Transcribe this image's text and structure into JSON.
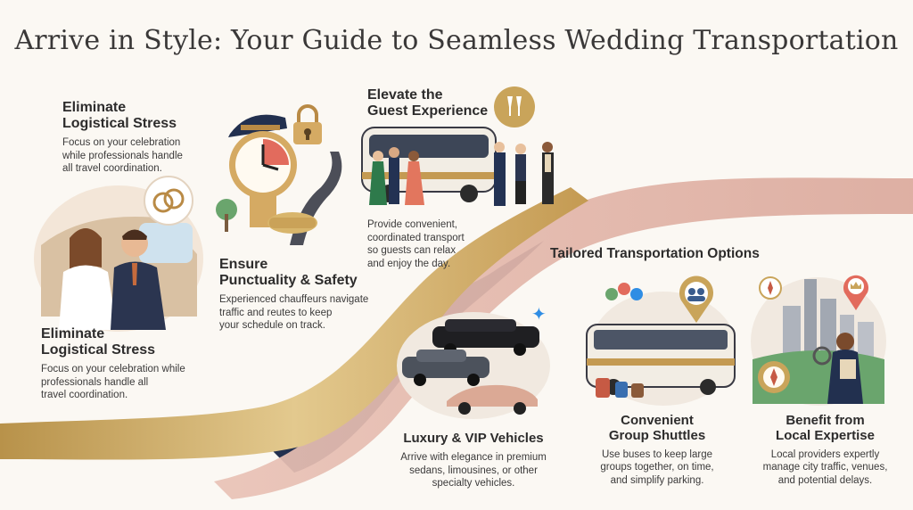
{
  "title": "Arrive in Style: Your Guide to Seamless Wedding Transportation",
  "sections": {
    "stress_top": {
      "heading_1": "Eliminate",
      "heading_2": "Logistical Stress",
      "body_1": "Focus on your celebration",
      "body_2": "while professionals handle",
      "body_3": "all travel coordination."
    },
    "stress_bottom": {
      "heading_1": "Eliminate",
      "heading_2": "Logistical Stress",
      "body_1": "Focus on your celebration while",
      "body_2": "professionals handle all",
      "body_3": "travel coordination."
    },
    "punctuality": {
      "heading_1": "Ensure",
      "heading_2": "Punctuality & Safety",
      "body_1": "Experienced chauffeurs navigate",
      "body_2": "traffic and reutes to keep",
      "body_3": "your schedule on track."
    },
    "guest": {
      "heading_1": "Elevate the",
      "heading_2": "Guest Experience",
      "body_1": "Provide convenient,",
      "body_2": "coordinated transport",
      "body_3": "so guests can relax",
      "body_4": "and enjoy the day."
    },
    "tailored": {
      "heading": "Tailored Transportation Options"
    },
    "luxury": {
      "heading": "Luxury & VIP Vehicles",
      "body_1": "Arrive with elegance in premium",
      "body_2": "sedans, limousines, or other",
      "body_3": "specialty vehicles."
    },
    "shuttles": {
      "heading_1": "Convenient",
      "heading_2": "Group Shuttles",
      "body_1": "Use buses to keep large",
      "body_2": "groups together, on time,",
      "body_3": "and simplify parking."
    },
    "local": {
      "heading_1": "Benefit from",
      "heading_2": "Local Expertise",
      "body_1": "Local providers expertly",
      "body_2": "manage city traffic, venues,",
      "body_3": "and potential delays."
    }
  },
  "icons": {
    "rings": "rings-icon",
    "lock": "lock-icon",
    "champagne": "champagne-icon",
    "location_pin": "location-pin-icon",
    "sparkle": "sparkle-icon",
    "compass": "compass-icon",
    "crown_pin": "crown-pin-icon"
  },
  "colors": {
    "background": "#fbf8f3",
    "gold_ribbon": "#c9a45a",
    "pink_ribbon": "#e7b9ad",
    "navy_ribbon": "#22304f",
    "accent_blue": "#2f8de4"
  }
}
